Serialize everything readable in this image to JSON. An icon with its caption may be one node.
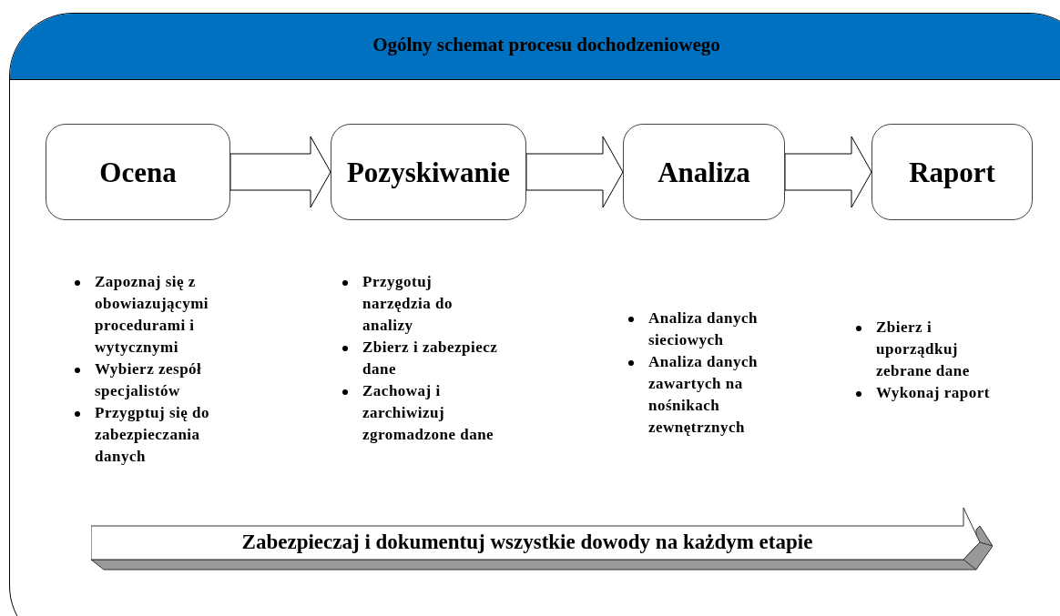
{
  "diagram": {
    "title": "Ogólny schemat procesu dochodzeniowego",
    "nodes": [
      {
        "text": [
          "Ocena"
        ],
        "beside": [
          "Zapoznaj się z obowiazującymi procedurami i wytycznymi",
          "Wybierz zespół specjalistów",
          "Przygptuj się do zabezpieczania danych"
        ]
      },
      {
        "text": [
          "Pozyskiwanie"
        ],
        "beside": [
          "Przygotuj narzędzia do analizy",
          "Zbierz i zabezpiecz  dane",
          "Zachowaj i zarchiwizuj zgromadzone dane"
        ]
      },
      {
        "text": [
          "Analiza"
        ],
        "beside": [
          "Analiza danych sieciowych",
          "Analiza danych zawartych na nośnikach zewnętrznych"
        ]
      },
      {
        "text": [
          "Raport"
        ],
        "beside": [
          "Zbierz i uporządkuj zebrane dane",
          "Wykonaj raport"
        ]
      },
      {
        "text": [
          "Zabezpieczaj i dokumentuj wszystkie dowody na każdym etapie"
        ]
      }
    ],
    "edges": [
      {
        "from": 0,
        "to": 1,
        "arrow": "to"
      },
      {
        "from": 1,
        "to": 2,
        "arrow": "to"
      },
      {
        "from": 2,
        "to": 3,
        "arrow": "to"
      }
    ]
  }
}
